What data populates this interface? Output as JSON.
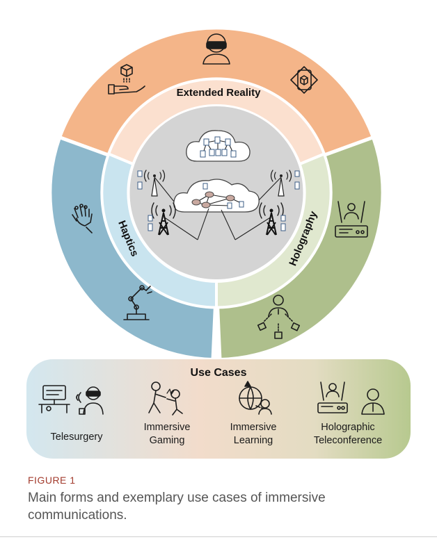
{
  "rings": {
    "extended_reality": "Extended Reality",
    "haptics": "Haptics",
    "holography": "Holography"
  },
  "use_cases": {
    "title": "Use Cases",
    "items": [
      "Telesurgery",
      "Immersive Gaming",
      "Immersive Learning",
      "Holographic Teleconference"
    ]
  },
  "caption": {
    "label": "FIGURE 1",
    "text": "Main forms and exemplary use cases of immersive communications."
  },
  "colors": {
    "extended_reality_outer": "#f4b589",
    "extended_reality_inner": "#fbe0cf",
    "haptics_outer": "#8db8cc",
    "haptics_inner": "#c9e4ef",
    "holography_outer": "#aebf8c",
    "holography_inner": "#e0e8cf",
    "core": "#d4d4d4"
  },
  "icons": [
    "vr-headset-icon",
    "hand-cube-icon",
    "ar-phone-cube-icon",
    "robot-hand-icon",
    "robot-arm-icon",
    "hologram-projector-icon",
    "hologram-person-cameras-icon",
    "cloud-network-icon",
    "radio-tower-icon",
    "surgery-monitor-icon",
    "vr-operator-icon",
    "boxing-players-icon",
    "globe-learner-icon",
    "teleconference-person-icon"
  ]
}
